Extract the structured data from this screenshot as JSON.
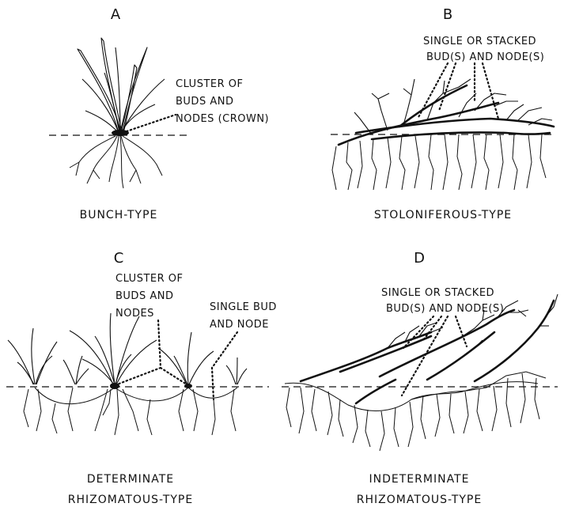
{
  "panels": {
    "a": {
      "letter": "A",
      "caption": "BUNCH-TYPE",
      "note": [
        "CLUSTER OF",
        "BUDS AND",
        "NODES (CROWN)"
      ]
    },
    "b": {
      "letter": "B",
      "caption": "STOLONIFEROUS-TYPE",
      "note": [
        "SINGLE OR STACKED",
        "BUD(S) AND NODE(S)"
      ]
    },
    "c": {
      "letter": "C",
      "caption": [
        "DETERMINATE",
        "RHIZOMATOUS-TYPE"
      ],
      "note_cluster": [
        "CLUSTER OF",
        "BUDS AND",
        "NODES"
      ],
      "note_single": [
        "SINGLE BUD",
        "AND NODE"
      ]
    },
    "d": {
      "letter": "D",
      "caption": [
        "INDETERMINATE",
        "RHIZOMATOUS-TYPE"
      ],
      "note": [
        "SINGLE OR STACKED",
        "BUD(S) AND NODE(S)"
      ]
    }
  }
}
